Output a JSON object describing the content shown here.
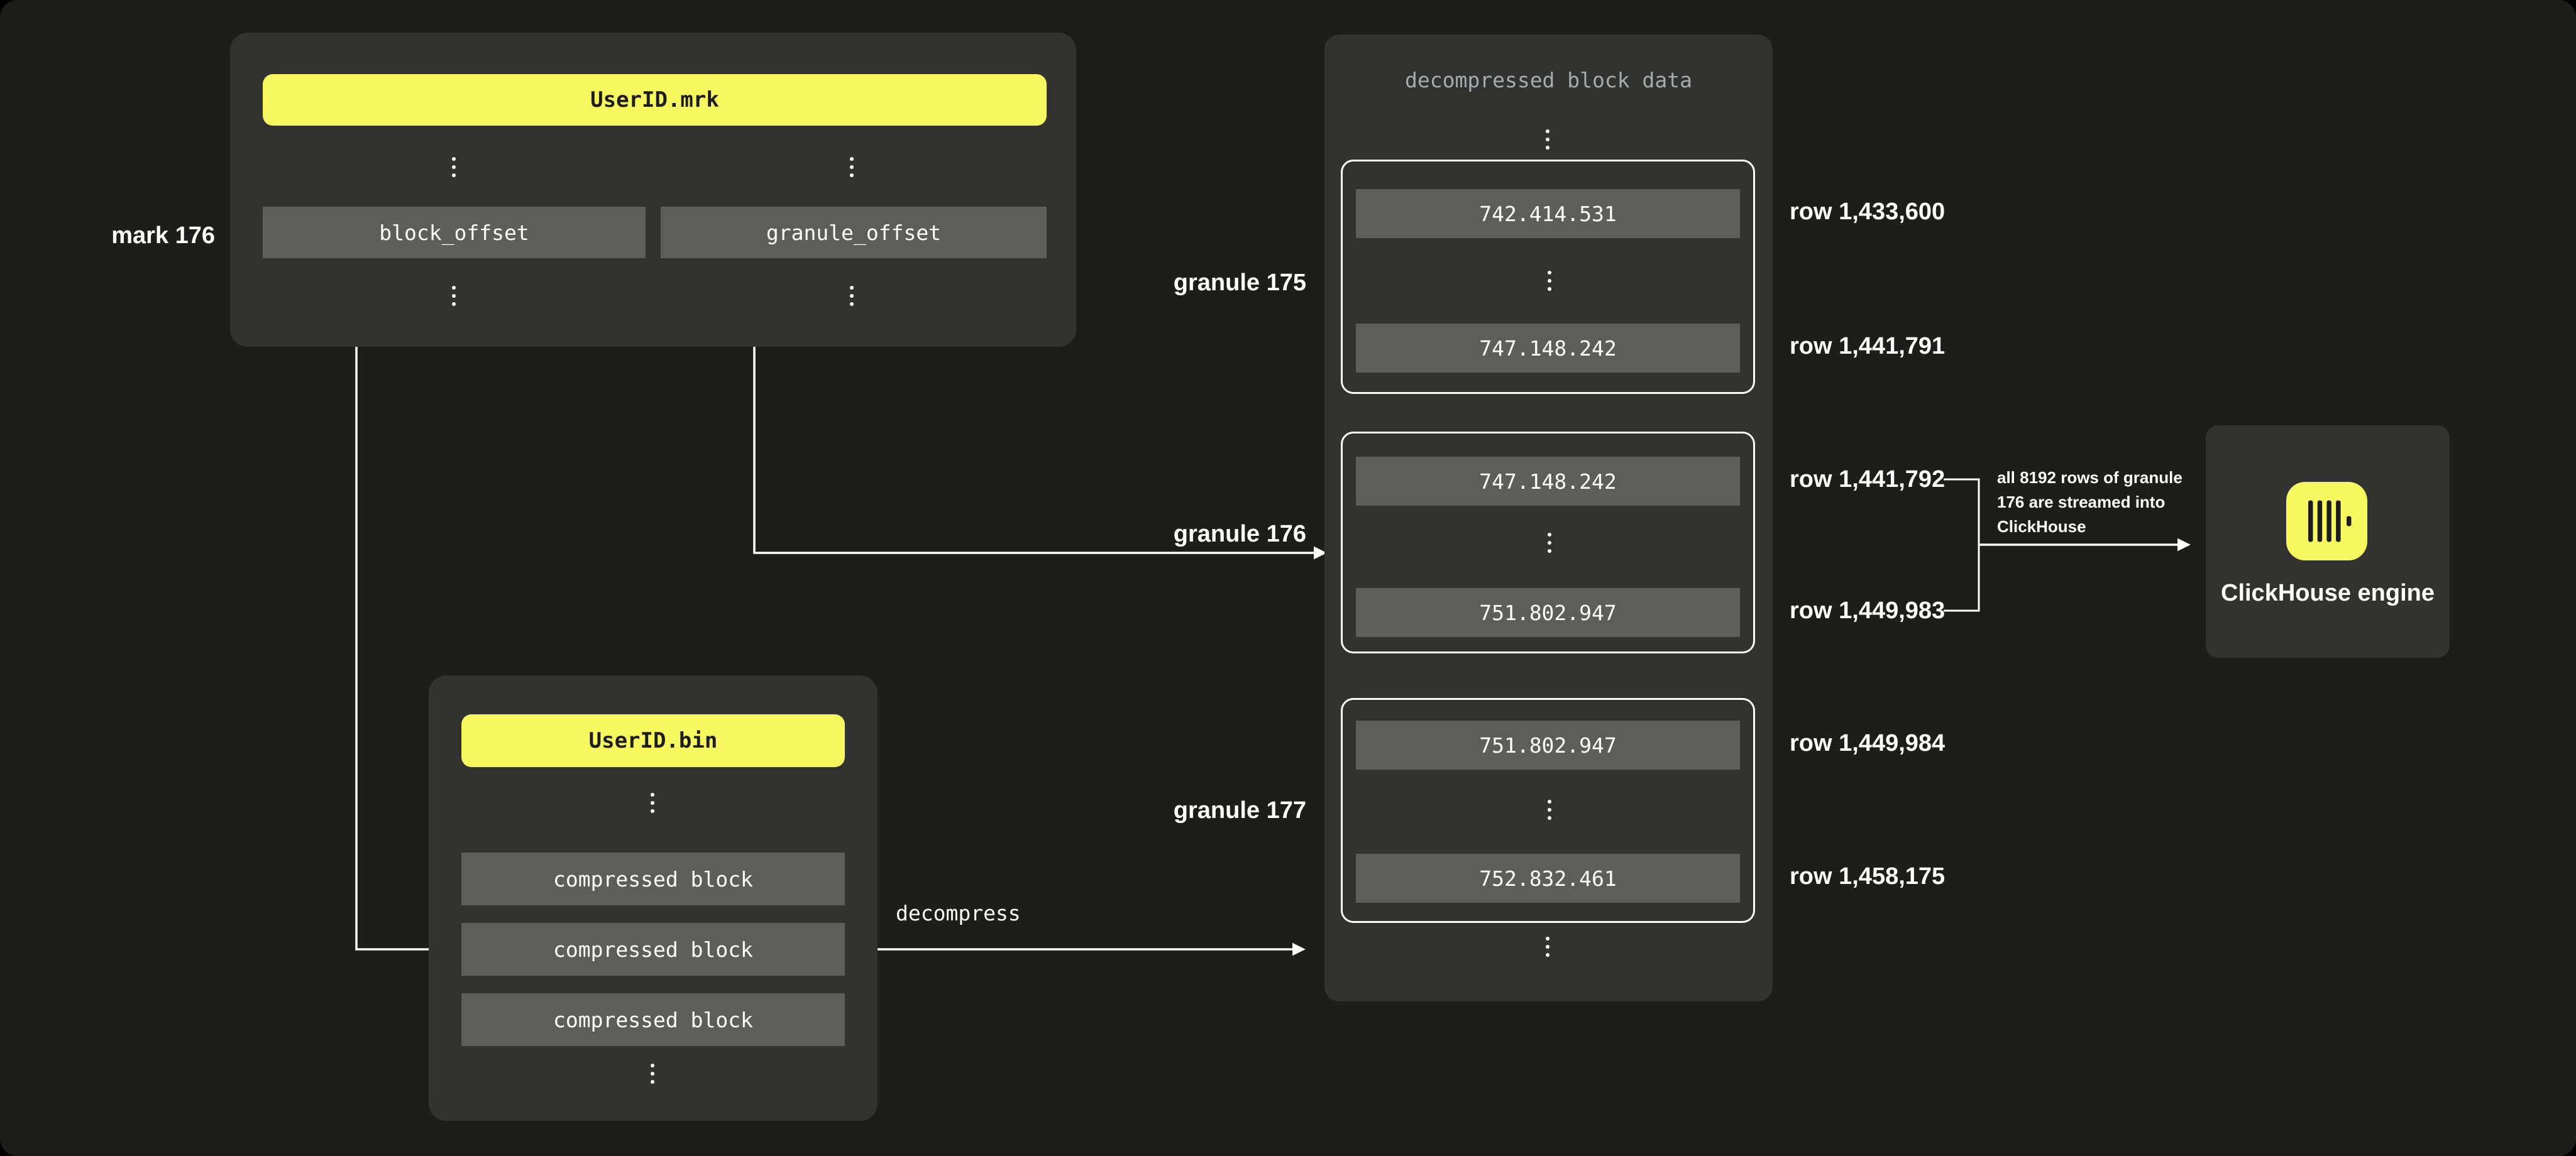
{
  "colors": {
    "background": "#1d1d1b",
    "panel": "#323230",
    "gray_box": "#5d5d5b",
    "accent_yellow": "#f7f75f",
    "text_light": "#ffffff",
    "text_dark": "#1d1d1b",
    "muted_title": "#a8abb0"
  },
  "mrk_file": {
    "title": "UserID.mrk",
    "mark_label": "mark 176",
    "fields": [
      "block_offset",
      "granule_offset"
    ]
  },
  "bin_file": {
    "title": "UserID.bin",
    "blocks": [
      "compressed block",
      "compressed block",
      "compressed block"
    ]
  },
  "decompress_label": "decompress",
  "decompressed_panel": {
    "title": "decompressed block data",
    "granules": [
      {
        "label": "granule 175",
        "first_value": "742.414.531",
        "last_value": "747.148.242",
        "first_row_label": "row 1,433,600",
        "last_row_label": "row 1,441,791"
      },
      {
        "label": "granule 176",
        "first_value": "747.148.242",
        "last_value": "751.802.947",
        "first_row_label": "row 1,441,792",
        "last_row_label": "row 1,449,983"
      },
      {
        "label": "granule 177",
        "first_value": "751.802.947",
        "last_value": "752.832.461",
        "first_row_label": "row 1,449,984",
        "last_row_label": "row 1,458,175"
      }
    ]
  },
  "annotation": {
    "lines": [
      "all 8192 rows of granule",
      "176 are streamed into",
      "ClickHouse"
    ]
  },
  "engine": {
    "label": "ClickHouse engine",
    "logo_icon": "clickhouse-bars-logo"
  }
}
